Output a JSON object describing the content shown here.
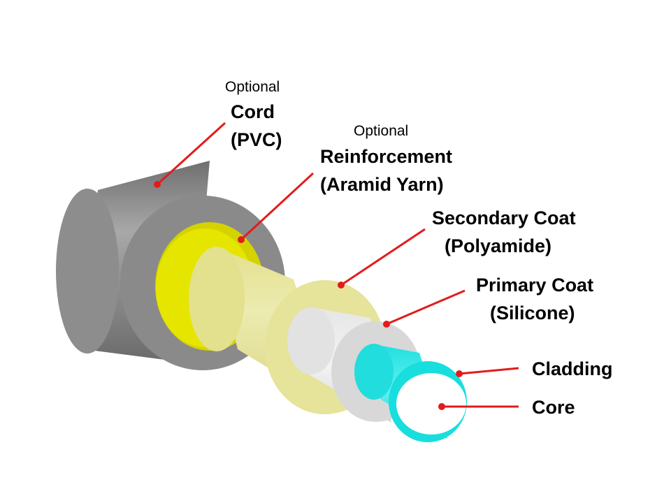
{
  "layers": [
    {
      "key": "cord",
      "optional": "Optional",
      "name": "Cord",
      "material": "(PVC)",
      "color": "#8a8a8a"
    },
    {
      "key": "reinforcement",
      "optional": "Optional",
      "name": "Reinforcement",
      "material": "(Aramid Yarn)",
      "color": "#e0df00"
    },
    {
      "key": "secondary",
      "name": "Secondary Coat",
      "material": "(Polyamide)",
      "color": "#e6e39a"
    },
    {
      "key": "primary",
      "name": "Primary Coat",
      "material": "(Silicone)",
      "color": "#d8d8d8"
    },
    {
      "key": "cladding",
      "name": "Cladding",
      "color": "#18dede"
    },
    {
      "key": "core",
      "name": "Core",
      "color": "#ffffff"
    }
  ],
  "leader_color": "#e31b1b"
}
